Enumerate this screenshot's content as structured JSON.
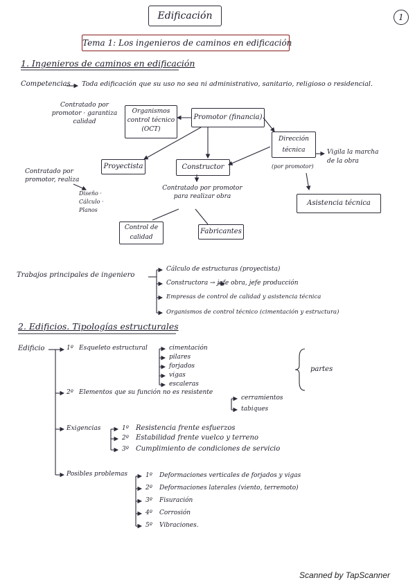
{
  "header": {
    "title": "Edificación",
    "page_number": "1",
    "topic": "Tema 1: Los ingenieros de caminos en edificación"
  },
  "section1": {
    "heading": "1. Ingenieros de caminos en edificación",
    "competencias_label": "Competencias",
    "competencias_text": "Toda edificación que su uso no sea ni administrativo, sanitario, religioso o residencial."
  },
  "diagram": {
    "organismos": "Organismos control técnico (OCT)",
    "organismos_note": "Contratado por promotor · garantiza calidad",
    "promotor": "Promotor (financia)",
    "direccion": "Dirección técnica",
    "direccion_sub": "(por promotor)",
    "direccion_note": "Vigila la marcha de la obra",
    "asistencia": "Asistencia técnica",
    "proyectista": "Proyectista",
    "proyectista_note": "Contratado por promotor, realiza",
    "proyectista_items": "Diseño · Cálculo · Planos",
    "constructor": "Constructor",
    "constructor_note": "Contratado por promotor para realizar obra",
    "control": "Control de calidad",
    "fabricantes": "Fabricantes"
  },
  "trabajos": {
    "label": "Trabajos principales de ingeniero",
    "items": [
      "Cálculo de estructuras (proyectista)",
      "Constructora → jefe obra, jefe producción",
      "Empresas de control de calidad y asistencia técnica",
      "Organismos de control técnico (cimentación y estructura)"
    ]
  },
  "section2": {
    "heading": "2. Edificios. Tipologías estructurales",
    "root": "Edificio",
    "esqueleto_num": "1º",
    "esqueleto": "Esqueleto estructural",
    "esqueleto_items": [
      "cimentación",
      "pilares",
      "forjados",
      "vigas",
      "escaleras"
    ],
    "partes": "partes",
    "elementos_num": "2º",
    "elementos": "Elementos que su función no es resistente",
    "elementos_items": [
      "cerramientos",
      "tabiques"
    ],
    "exigencias": "Exigencias",
    "exigencias_items": [
      {
        "num": "1º",
        "text": "Resistencia frente esfuerzos"
      },
      {
        "num": "2º",
        "text": "Estabilidad frente vuelco y terreno"
      },
      {
        "num": "3º",
        "text": "Cumplimiento de condiciones de servicio"
      }
    ],
    "problemas": "Posibles problemas",
    "problemas_items": [
      {
        "num": "1º",
        "text": "Deformaciones verticales de forjados y vigas"
      },
      {
        "num": "2º",
        "text": "Deformaciones laterales (viento, terremoto)"
      },
      {
        "num": "3º",
        "text": "Fisuración"
      },
      {
        "num": "4º",
        "text": "Corrosión"
      },
      {
        "num": "5º",
        "text": "Vibraciones."
      }
    ]
  },
  "footer": "Scanned by TapScanner"
}
